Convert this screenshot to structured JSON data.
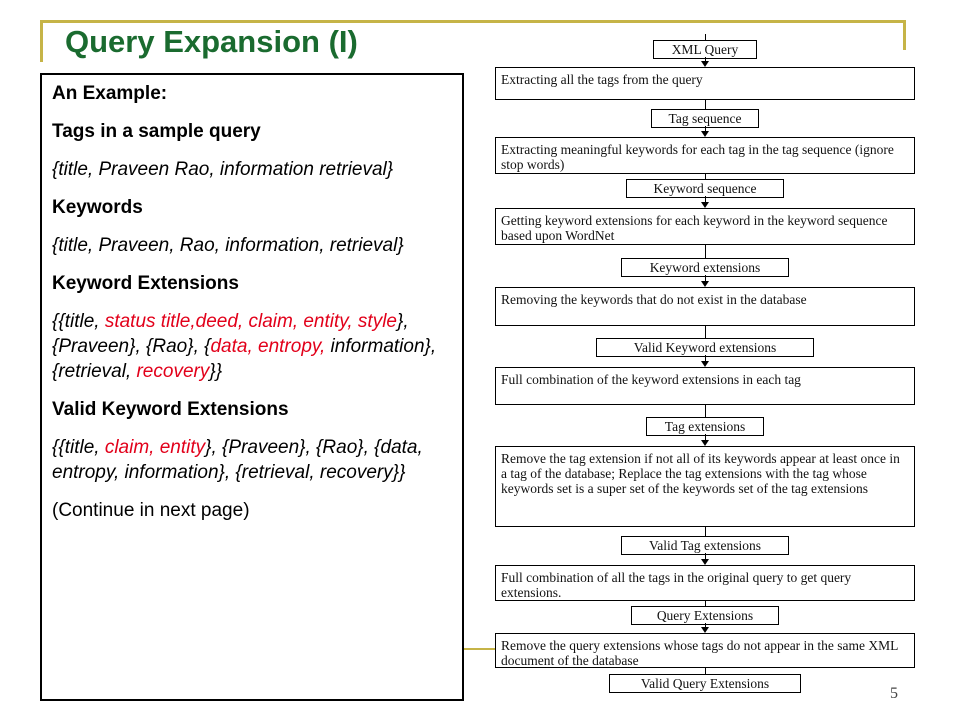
{
  "slide": {
    "title": "Query Expansion (I)",
    "page_number": "5"
  },
  "textbox": {
    "example_label": "An Example:",
    "tags_heading": "Tags in a sample query",
    "tags_value": "{title, Praveen Rao, information retrieval}",
    "keywords_heading": "Keywords",
    "keywords_value": "{title, Praveen, Rao, information, retrieval}",
    "extensions_heading": "Keyword Extensions",
    "ext": {
      "p1": "{{title, ",
      "r1": "status title,deed, claim, entity, style",
      "p2": "}, {Praveen}, {Rao}, {",
      "r2": "data, entropy,",
      "p3": " information}, {retrieval, ",
      "r3": "recovery",
      "p4": "}}"
    },
    "valid_heading": "Valid Keyword Extensions",
    "valid": {
      "p1": "{{title, ",
      "r1": "claim, entity",
      "p2": "}, {Praveen}, {Rao}, {data, entropy, information}, {retrieval, recovery}}"
    },
    "continue_note": "(Continue in next page)"
  },
  "flowchart": {
    "top_label": "XML Query",
    "steps": [
      "Extracting all the tags from the query",
      "Extracting meaningful keywords for each tag in the tag sequence (ignore stop words)",
      "Getting keyword extensions for each keyword in the keyword sequence based upon WordNet",
      "Removing the keywords that do not exist in the database",
      "Full combination of the keyword extensions in each tag",
      "Remove the tag extension if not all of its keywords appear at least once in a tag of the database; Replace the tag extensions with the tag whose keywords set is a super set of the keywords set of the tag extensions",
      "Full combination of all the tags in the original query  to get query extensions.",
      "Remove the query extensions whose tags do not appear in the same XML document of the database"
    ],
    "labels": [
      "Tag sequence",
      "Keyword sequence",
      "Keyword extensions",
      "Valid Keyword extensions",
      "Tag extensions",
      "Valid Tag extensions",
      "Query Extensions",
      "Valid Query Extensions"
    ]
  }
}
